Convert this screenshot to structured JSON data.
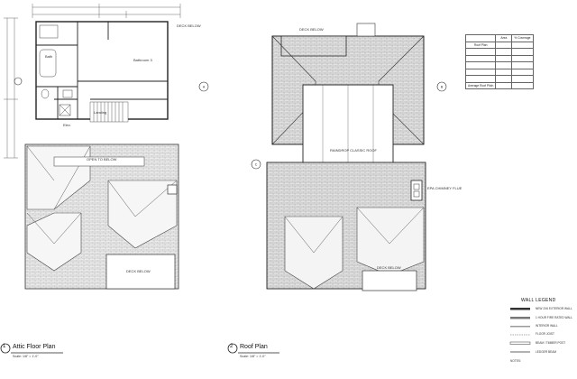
{
  "attic_plan": {
    "number": "1",
    "title": "Attic Floor Plan",
    "scale": "Scale: 1/8\" = 1'-0\"",
    "room_labels": {
      "bath": "Bath",
      "bathroom": "Bathroom 3",
      "landing": "Landing",
      "elev": "Elev.",
      "deck_below": "DECK BELOW",
      "open_below": "OPEN TO BELOW",
      "deck_below_2": "DECK BELOW"
    }
  },
  "roof_plan": {
    "number": "2",
    "title": "Roof Plan",
    "scale": "Scale: 1/8\" = 1'-0\"",
    "deck_below": "DECK BELOW",
    "deck_below_2": "DECK BELOW",
    "chimney": "EPA CHIMNEY FLUE",
    "note": "RAINDROP CLASSIC ROOF"
  },
  "area_table": {
    "headers": [
      "",
      "Area",
      "% Coverage"
    ],
    "rows": [
      [
        "Roof Plan",
        "",
        ""
      ],
      [
        "",
        "",
        ""
      ],
      [
        "",
        "",
        ""
      ],
      [
        "",
        "",
        ""
      ],
      [
        "",
        "",
        ""
      ],
      [
        "",
        "",
        ""
      ],
      [
        "Average Roof Pitch",
        "",
        ""
      ]
    ]
  },
  "wall_legend": {
    "title": "WALL LEGEND",
    "items": [
      "NEW 2X6 EXTERIOR WALL",
      "1 HOUR FIRE RATED WALL",
      "INTERIOR WALL",
      "FLOOR JOIST",
      "BEAM / TIMBER POST",
      "LEDGER BEAM"
    ],
    "notes_label": "NOTES:"
  },
  "colors": {
    "line": "#333333",
    "hatch": "#9a9a9a",
    "fill_roof": "#e6e6e6"
  }
}
